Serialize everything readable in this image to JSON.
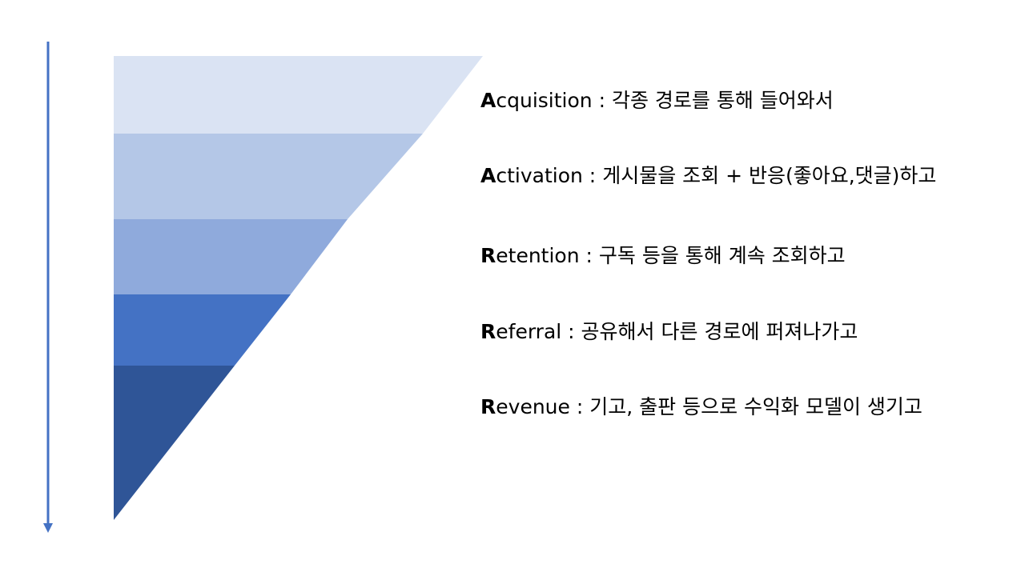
{
  "colors": {
    "arrow": "#4472c4",
    "bands": [
      "#dae3f3",
      "#b4c7e7",
      "#8faadc",
      "#4472c4",
      "#2f5597"
    ]
  },
  "stages": [
    {
      "initial": "A",
      "rest": "cquisition",
      "sep": " : ",
      "desc": "각종 경로를 통해 들어와서"
    },
    {
      "initial": "A",
      "rest": "ctivation",
      "sep": " : ",
      "desc": "게시물을 조회 + 반응(좋아요,댓글)하고"
    },
    {
      "initial": "R",
      "rest": "etention",
      "sep": " : ",
      "desc": "구독 등을 통해 계속 조회하고"
    },
    {
      "initial": "R",
      "rest": "eferral",
      "sep": " : ",
      "desc": "공유해서 다른 경로에 퍼져나가고"
    },
    {
      "initial": "R",
      "rest": "evenue",
      "sep": " : ",
      "desc": "기고, 출판 등으로 수익화 모델이 생기고"
    }
  ]
}
